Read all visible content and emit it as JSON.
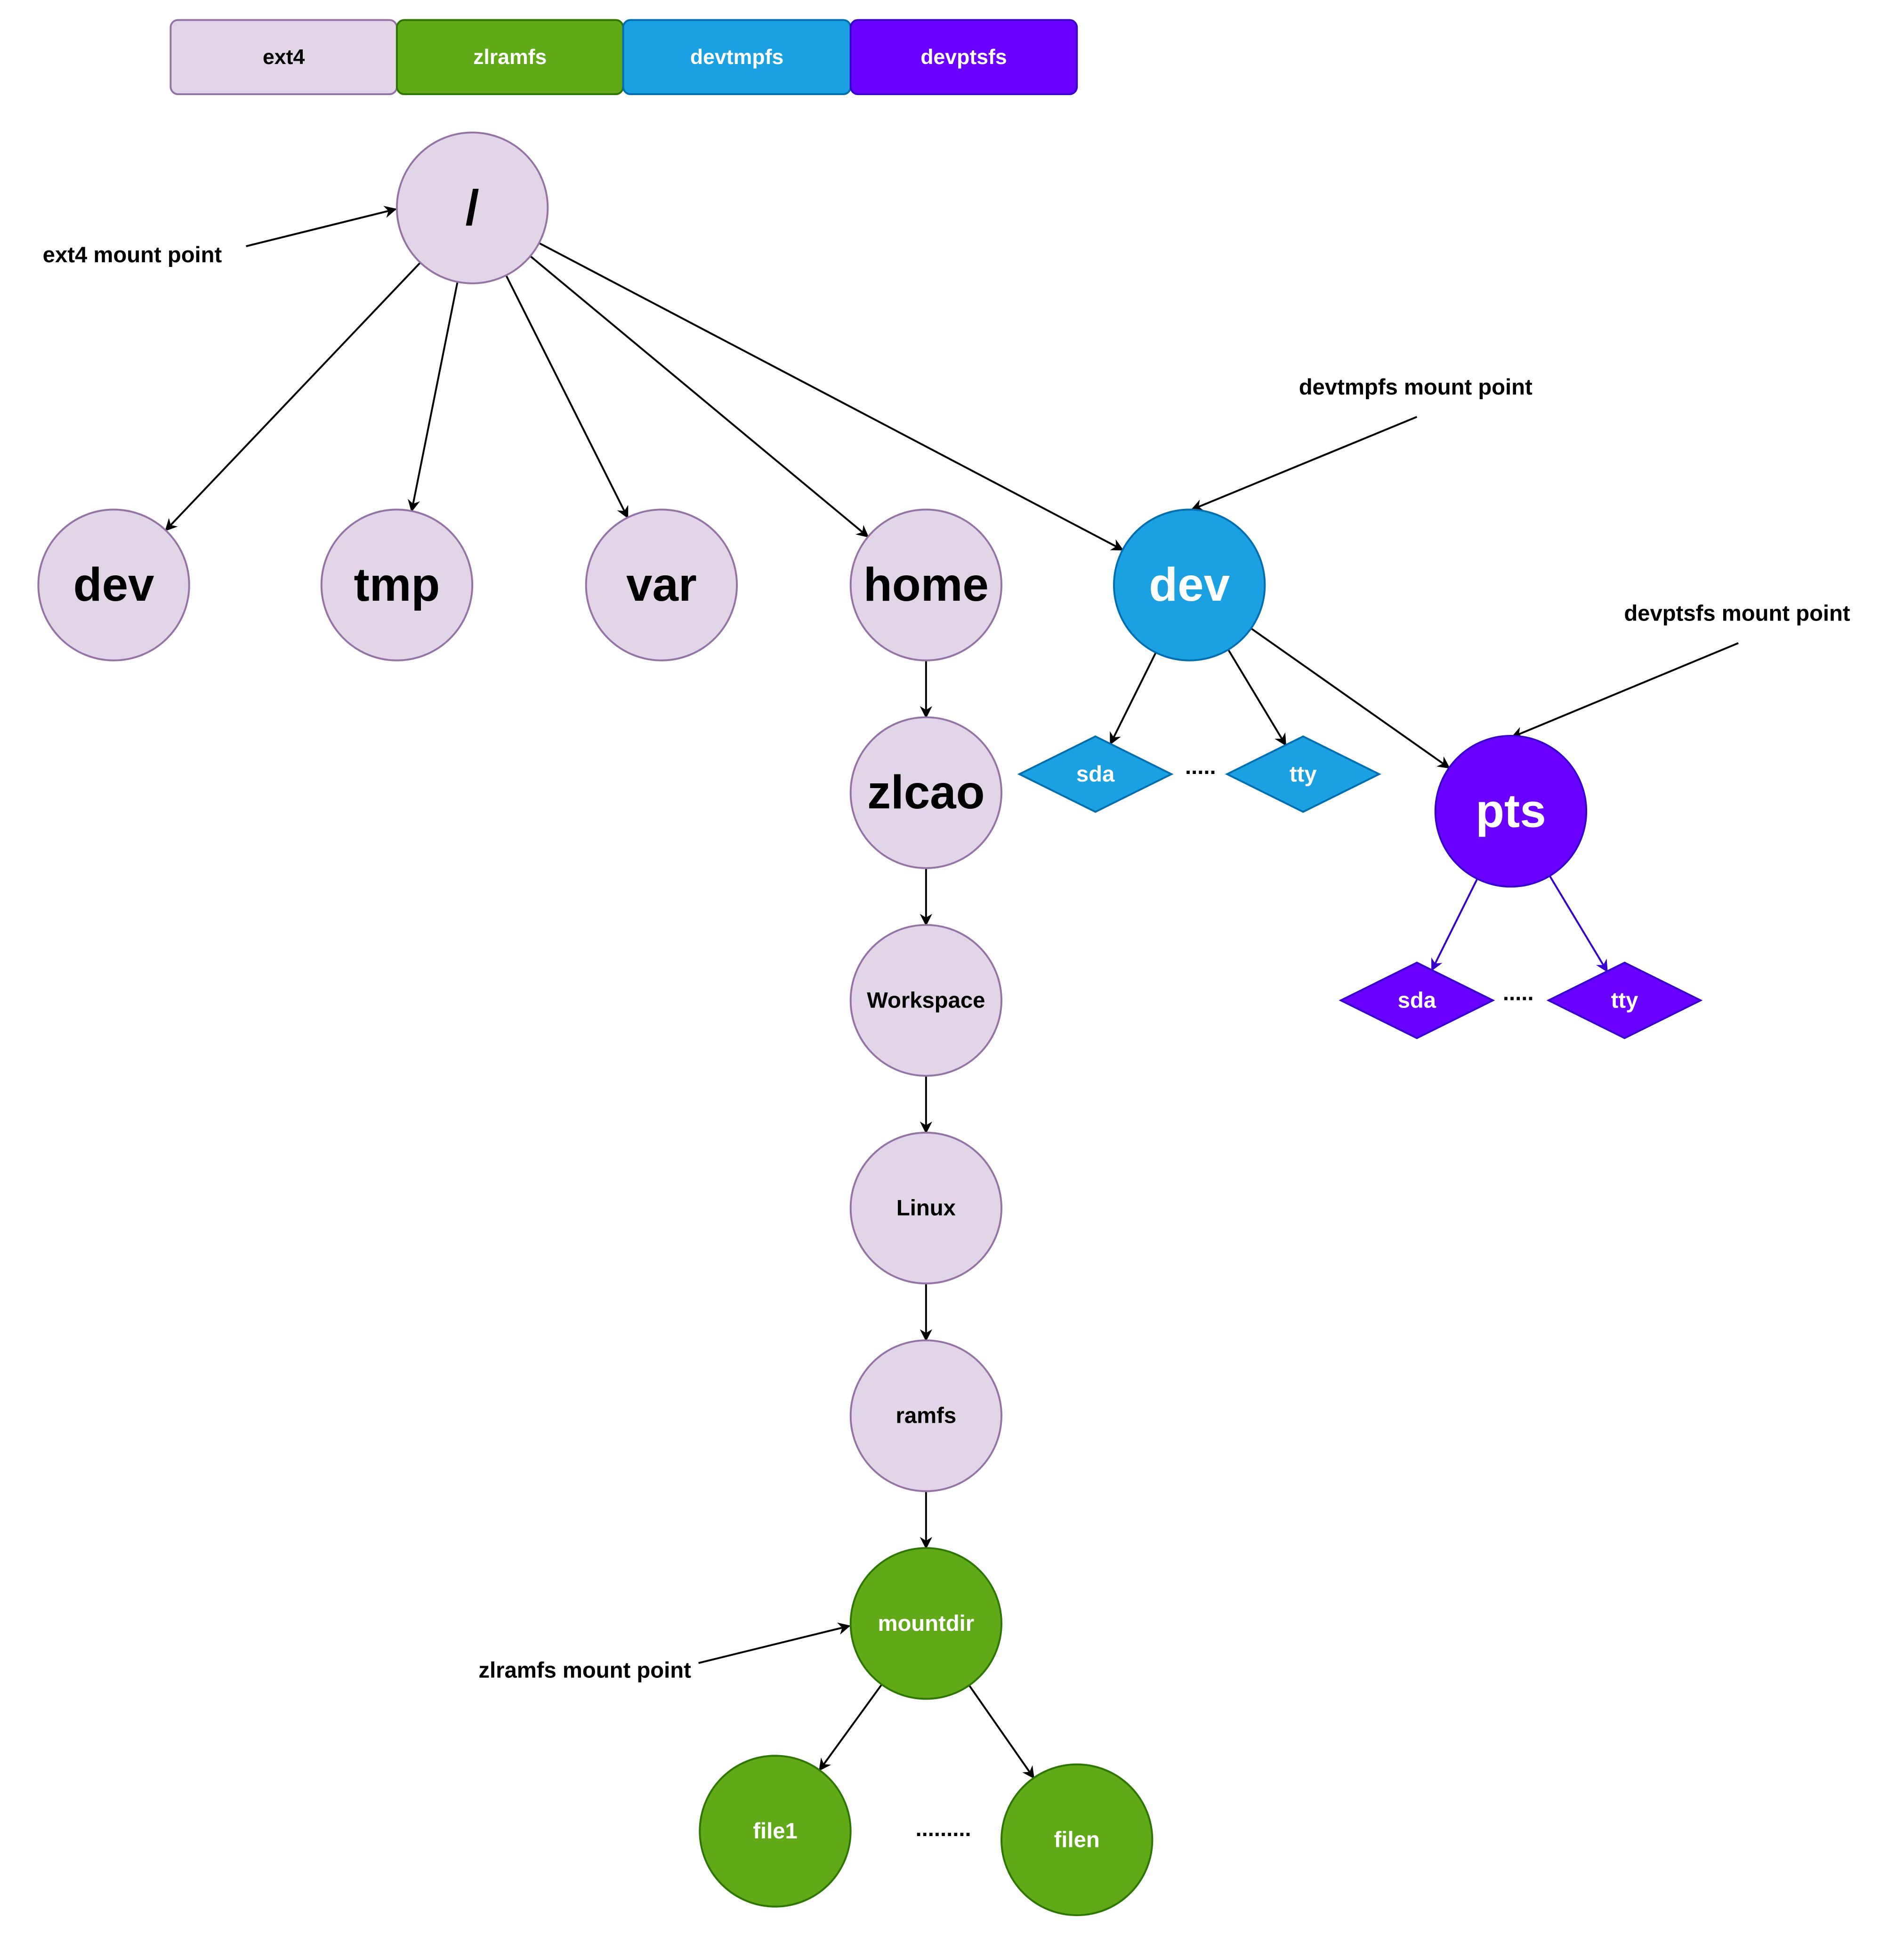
{
  "legend": [
    {
      "id": "legend-ext4",
      "label": "ext4",
      "fill": "#e1d5e7",
      "stroke": "#9673a6",
      "text_color": "#000000"
    },
    {
      "id": "legend-zlramfs",
      "label": "zlramfs",
      "fill": "#60a917",
      "stroke": "#2d7600",
      "text_color": "#ffffff"
    },
    {
      "id": "legend-devtmpfs",
      "label": "devtmpfs",
      "fill": "#1ba1e2",
      "stroke": "#006eaf",
      "text_color": "#ffffff"
    },
    {
      "id": "legend-devptsfs",
      "label": "devptsfs",
      "fill": "#6a00ff",
      "stroke": "#3700cc",
      "text_color": "#ffffff"
    }
  ],
  "filesystem_colors": {
    "ext4": {
      "fill": "#e1d5e7",
      "stroke": "#9673a6",
      "text": "#000000"
    },
    "zlramfs": {
      "fill": "#60a917",
      "stroke": "#2d7600",
      "text": "#ffffff"
    },
    "devtmpfs": {
      "fill": "#1ba1e2",
      "stroke": "#006eaf",
      "text": "#ffffff"
    },
    "devptsfs": {
      "fill": "#6a00ff",
      "stroke": "#3700cc",
      "text": "#ffffff"
    }
  },
  "nodes": [
    {
      "id": "root",
      "label": "/",
      "shape": "circle",
      "fs": "ext4"
    },
    {
      "id": "dev-ext4",
      "label": "dev",
      "shape": "circle",
      "fs": "ext4"
    },
    {
      "id": "tmp",
      "label": "tmp",
      "shape": "circle",
      "fs": "ext4"
    },
    {
      "id": "var",
      "label": "var",
      "shape": "circle",
      "fs": "ext4"
    },
    {
      "id": "home",
      "label": "home",
      "shape": "circle",
      "fs": "ext4"
    },
    {
      "id": "dev-devtmpfs",
      "label": "dev",
      "shape": "circle",
      "fs": "devtmpfs"
    },
    {
      "id": "sda-devtmpfs",
      "label": "sda",
      "shape": "diamond",
      "fs": "devtmpfs"
    },
    {
      "id": "tty-devtmpfs",
      "label": "tty",
      "shape": "diamond",
      "fs": "devtmpfs"
    },
    {
      "id": "pts",
      "label": "pts",
      "shape": "circle",
      "fs": "devptsfs"
    },
    {
      "id": "sda-devptsfs",
      "label": "sda",
      "shape": "diamond",
      "fs": "devptsfs"
    },
    {
      "id": "tty-devptsfs",
      "label": "tty",
      "shape": "diamond",
      "fs": "devptsfs"
    },
    {
      "id": "zlcao",
      "label": "zlcao",
      "shape": "circle",
      "fs": "ext4"
    },
    {
      "id": "workspace",
      "label": "Workspace",
      "shape": "circle",
      "fs": "ext4"
    },
    {
      "id": "linux",
      "label": "Linux",
      "shape": "circle",
      "fs": "ext4"
    },
    {
      "id": "ramfs",
      "label": "ramfs",
      "shape": "circle",
      "fs": "ext4"
    },
    {
      "id": "mountdir",
      "label": "mountdir",
      "shape": "circle",
      "fs": "zlramfs"
    },
    {
      "id": "file1",
      "label": "file1",
      "shape": "circle",
      "fs": "zlramfs"
    },
    {
      "id": "filen",
      "label": "filen",
      "shape": "circle",
      "fs": "zlramfs"
    }
  ],
  "edges": [
    {
      "from": "root",
      "to": "dev-ext4"
    },
    {
      "from": "root",
      "to": "tmp"
    },
    {
      "from": "root",
      "to": "var"
    },
    {
      "from": "root",
      "to": "home"
    },
    {
      "from": "root",
      "to": "dev-devtmpfs"
    },
    {
      "from": "home",
      "to": "zlcao"
    },
    {
      "from": "zlcao",
      "to": "workspace"
    },
    {
      "from": "workspace",
      "to": "linux"
    },
    {
      "from": "linux",
      "to": "ramfs"
    },
    {
      "from": "ramfs",
      "to": "mountdir"
    },
    {
      "from": "mountdir",
      "to": "file1"
    },
    {
      "from": "mountdir",
      "to": "filen"
    },
    {
      "from": "dev-devtmpfs",
      "to": "sda-devtmpfs"
    },
    {
      "from": "dev-devtmpfs",
      "to": "tty-devtmpfs"
    },
    {
      "from": "dev-devtmpfs",
      "to": "pts"
    },
    {
      "from": "pts",
      "to": "sda-devptsfs",
      "color": "#3700cc"
    },
    {
      "from": "pts",
      "to": "tty-devptsfs",
      "color": "#3700cc"
    }
  ],
  "annotations": [
    {
      "id": "ext4-mount-point",
      "label": "ext4 mount point",
      "target": "root"
    },
    {
      "id": "devtmpfs-mount-point",
      "label": "devtmpfs mount point",
      "target": "dev-devtmpfs"
    },
    {
      "id": "devptsfs-mount-point",
      "label": "devptsfs mount point",
      "target": "pts"
    },
    {
      "id": "zlramfs-mount-point",
      "label": "zlramfs mount point",
      "target": "mountdir"
    }
  ],
  "ellipses": [
    {
      "id": "ellipsis-devtmpfs",
      "label": "....."
    },
    {
      "id": "ellipsis-devptsfs",
      "label": "....."
    },
    {
      "id": "ellipsis-files",
      "label": "........."
    }
  ]
}
